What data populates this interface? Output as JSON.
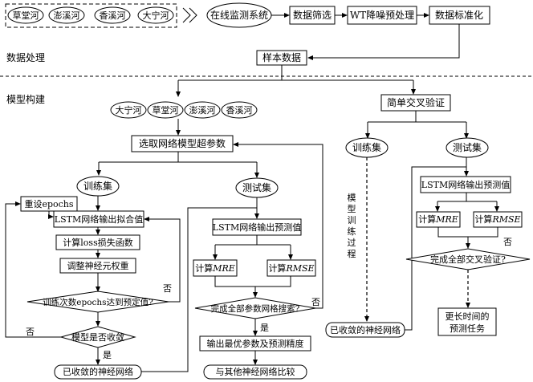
{
  "sections": {
    "data_processing": "数据处理",
    "model_building": "模型构建"
  },
  "rivers": [
    "草堂河",
    "澎溪河",
    "香溪河",
    "大宁河"
  ],
  "rivers_mid": [
    "大宁河",
    "草堂河",
    "澎溪河",
    "香溪河"
  ],
  "top_flow": {
    "monitoring": "在线监测系统",
    "filter": "数据筛选",
    "wt": "WT降噪预处理",
    "standardize": "数据标准化",
    "samples": "样本数据"
  },
  "left_flow": {
    "select_hyper": "选取网络模型超参数",
    "train_set": "训练集",
    "test_set": "测试集",
    "reset_epochs": "重设epochs",
    "lstm_fit": "LSTM网络输出拟合值",
    "calc_loss": "计算loss损失函数",
    "adjust_weights": "调整神经元权重",
    "epochs_check": "训练次数epochs达到预定值?",
    "converge_check": "模型是否收敛",
    "converged": "已收敛的神经网络",
    "lstm_pred": "LSTM网络输出预测值",
    "calc_mre_prefix": "计算",
    "mre": "MRE",
    "calc_rmse_prefix": "计算",
    "rmse": "RMSE",
    "grid_check": "完成全部参数网格搜索?",
    "output_best": "输出最优参数及预测精度",
    "compare": "与其他神经网络比较",
    "yes": "是",
    "no": "否"
  },
  "right_flow": {
    "cv": "简单交叉验证",
    "train_set": "训练集",
    "test_set": "测试集",
    "vertical_label": [
      "模",
      "型",
      "训",
      "练",
      "过",
      "程"
    ],
    "lstm_pred": "LSTM网络输出预测值",
    "calc_mre_prefix": "计算",
    "mre": "MRE",
    "calc_rmse_prefix": "计算",
    "rmse": "RMSE",
    "cv_check": "完成全部交叉验证?",
    "converged": "已收敛的神经网络",
    "longer_task_line1": "更长时间的",
    "longer_task_line2": "预测任务",
    "no": "否"
  }
}
